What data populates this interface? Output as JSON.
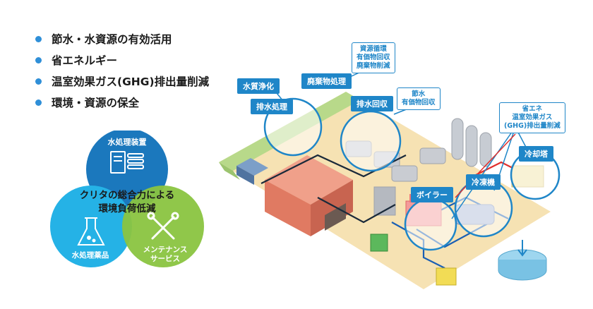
{
  "bullets": [
    {
      "text": "節水・水資源の有効活用"
    },
    {
      "text": "省エネルギー"
    },
    {
      "text": "温室効果ガス(GHG)排出量削減"
    },
    {
      "text": "環境・資源の保全"
    }
  ],
  "venn": {
    "top_label": "水処理装置",
    "left_label": "水処理薬品",
    "right_label_line1": "メンテナンス",
    "right_label_line2": "サービス",
    "center_line1": "クリタの総合力による",
    "center_line2": "環境負荷低減",
    "colors": {
      "top": "#1b78bd",
      "left": "#25b2e6",
      "right": "#8ac440"
    }
  },
  "plant": {
    "labels": {
      "wastewater_treatment": "排水処理",
      "water_purification": "水質浄化",
      "waste_treatment": "廃棄物処理",
      "wastewater_recovery": "排水回収",
      "boiler": "ボイラー",
      "refrigerator": "冷凍機",
      "cooling_tower": "冷却塔"
    },
    "notes": {
      "resource": [
        "資源循環",
        "有価物回収",
        "廃棄物削減"
      ],
      "water": [
        "節水",
        "有価物回収"
      ],
      "energy": [
        "省エネ",
        "温室効果ガス",
        "(GHG)排出量削減"
      ]
    },
    "colors": {
      "accent": "#1f86c8",
      "pipe_red": "#e0302d",
      "pipe_blue": "#1a5fb4"
    }
  }
}
